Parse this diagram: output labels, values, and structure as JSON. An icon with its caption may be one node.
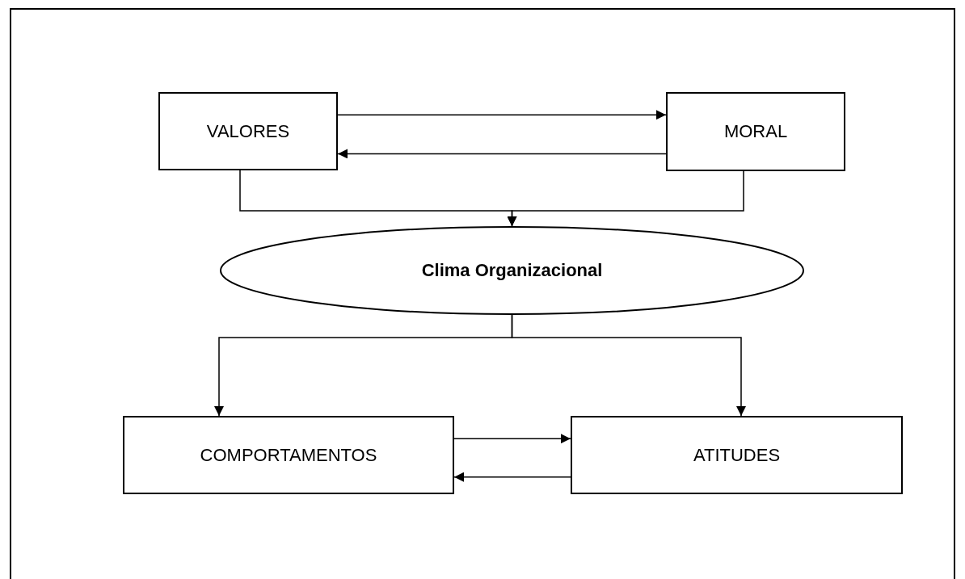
{
  "diagram": {
    "nodes": [
      {
        "text": [
          "VALORES"
        ]
      },
      {
        "text": [
          "MORAL"
        ]
      },
      {
        "text": [
          "Clima Organizacional"
        ]
      },
      {
        "text": [
          "COMPORTAMENTOS"
        ]
      },
      {
        "text": [
          "ATITUDES"
        ]
      }
    ],
    "edges": [
      {
        "from": 0,
        "to": 1,
        "arrow": "to"
      },
      {
        "from": 1,
        "to": 0,
        "arrow": "to"
      },
      {
        "from": 0,
        "to": 2,
        "arrow": "to"
      },
      {
        "from": 1,
        "to": 2,
        "arrow": "to"
      },
      {
        "from": 2,
        "to": 3,
        "arrow": "to"
      },
      {
        "from": 2,
        "to": 4,
        "arrow": "to"
      },
      {
        "from": 3,
        "to": 4,
        "arrow": "to"
      },
      {
        "from": 4,
        "to": 3,
        "arrow": "to"
      }
    ]
  }
}
